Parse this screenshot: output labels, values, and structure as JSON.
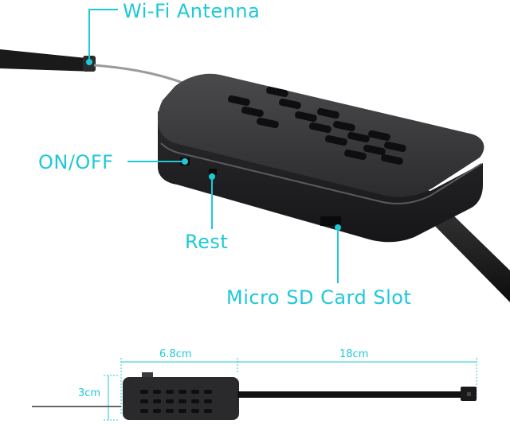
{
  "callouts": {
    "antenna": "Wi-Fi Antenna",
    "power": "ON/OFF",
    "reset": "Rest",
    "sd_slot": "Micro SD Card Slot"
  },
  "dimensions": {
    "module_width": "6.8cm",
    "cable_length": "18cm",
    "module_height": "3cm"
  },
  "colors": {
    "accent": "#1fc8d8",
    "device_body": "#2a2a2c",
    "vent_slot": "#0e0e10"
  }
}
